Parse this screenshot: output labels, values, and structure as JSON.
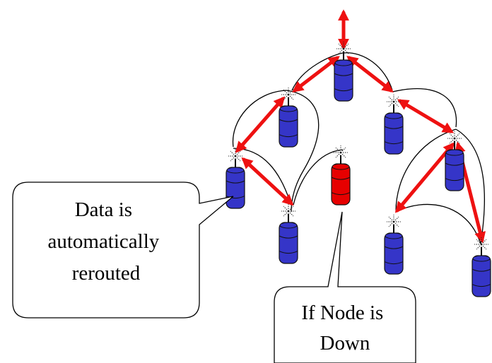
{
  "colors": {
    "node_normal": "#3535c8",
    "node_down": "#e60000",
    "arrow": "#ee1111",
    "link": "#000000",
    "callout_border": "#000000",
    "callout_fill": "#ffffff"
  },
  "nodes": [
    {
      "id": "root",
      "status": "up",
      "icon": "node-cylinder-icon"
    },
    {
      "id": "l1-left",
      "status": "up",
      "icon": "node-cylinder-icon"
    },
    {
      "id": "l1-right",
      "status": "up",
      "icon": "node-cylinder-icon"
    },
    {
      "id": "l2-left",
      "status": "up",
      "icon": "node-cylinder-icon"
    },
    {
      "id": "l2-down",
      "status": "down",
      "icon": "node-cylinder-icon"
    },
    {
      "id": "l2-right",
      "status": "up",
      "icon": "node-cylinder-icon"
    },
    {
      "id": "l3-left",
      "status": "up",
      "icon": "node-cylinder-icon"
    },
    {
      "id": "l3-mid",
      "status": "up",
      "icon": "node-cylinder-icon"
    },
    {
      "id": "l3-right",
      "status": "up",
      "icon": "node-cylinder-icon"
    }
  ],
  "callouts": {
    "rerouted": {
      "lines": [
        "Data is",
        "automatically",
        "rerouted"
      ]
    },
    "node_down": {
      "lines": [
        "If Node is",
        "Down"
      ]
    }
  }
}
